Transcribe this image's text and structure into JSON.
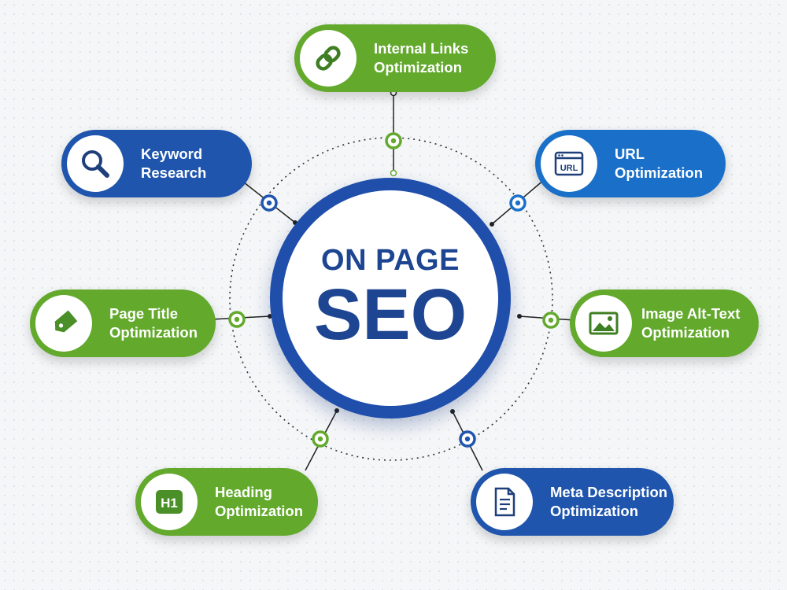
{
  "colors": {
    "green": "#62a92c",
    "blue": "#1f55ad",
    "light_blue": "#1a70c8",
    "hub_ring": "#1f4eab",
    "hub_text": "#1d4591"
  },
  "hub": {
    "line1": "ON PAGE",
    "line2": "SEO"
  },
  "nodes": [
    {
      "id": "internal-links",
      "line1": "Internal Links",
      "line2": "Optimization",
      "color": "green",
      "icon": "link-icon"
    },
    {
      "id": "keyword-research",
      "line1": "Keyword",
      "line2": "Research",
      "color": "blue",
      "icon": "search-icon"
    },
    {
      "id": "url",
      "line1": "URL",
      "line2": "Optimization",
      "color": "light_blue",
      "icon": "url-browser-icon"
    },
    {
      "id": "page-title",
      "line1": "Page Title",
      "line2": "Optimization",
      "color": "green",
      "icon": "tag-icon"
    },
    {
      "id": "image-alt-text",
      "line1": "Image Alt-Text",
      "line2": "Optimization",
      "color": "green",
      "icon": "image-icon"
    },
    {
      "id": "heading",
      "line1": "Heading",
      "line2": "Optimization",
      "color": "green",
      "icon": "h1-icon"
    },
    {
      "id": "meta-description",
      "line1": "Meta Description",
      "line2": "Optimization",
      "color": "blue",
      "icon": "document-icon"
    }
  ],
  "icons": {
    "url_icon_text": "URL",
    "h1_icon_text": "H1"
  }
}
